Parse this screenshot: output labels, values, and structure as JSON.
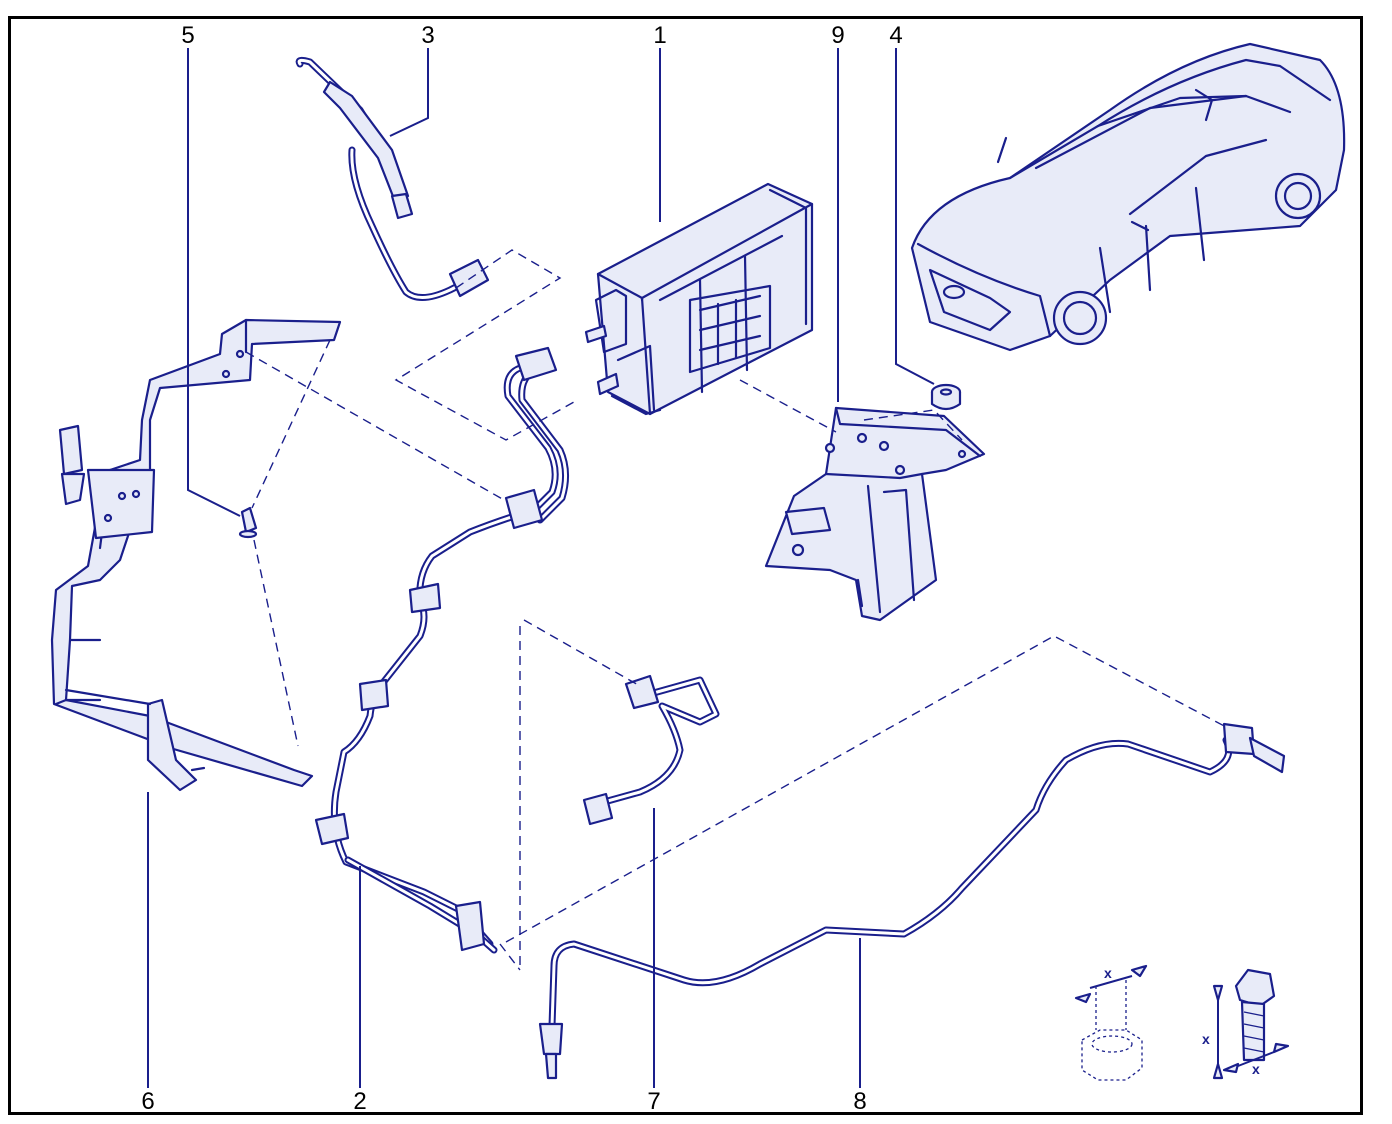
{
  "diagram": {
    "callouts": [
      {
        "id": "callout-1",
        "label": "1"
      },
      {
        "id": "callout-2",
        "label": "2"
      },
      {
        "id": "callout-3",
        "label": "3"
      },
      {
        "id": "callout-4",
        "label": "4"
      },
      {
        "id": "callout-5",
        "label": "5"
      },
      {
        "id": "callout-6",
        "label": "6"
      },
      {
        "id": "callout-7",
        "label": "7"
      },
      {
        "id": "callout-8",
        "label": "8"
      },
      {
        "id": "callout-9",
        "label": "9"
      }
    ],
    "dimension_marks": {
      "nut_x": "x",
      "bolt_x_vertical": "x",
      "bolt_x_horizontal": "x"
    },
    "colors": {
      "line": "#1a1f8c",
      "fill": "#e8ebf8",
      "text": "#000000",
      "frame": "#000000"
    },
    "icons": [
      "car-illustration",
      "nut-icon",
      "bolt-icon"
    ]
  }
}
